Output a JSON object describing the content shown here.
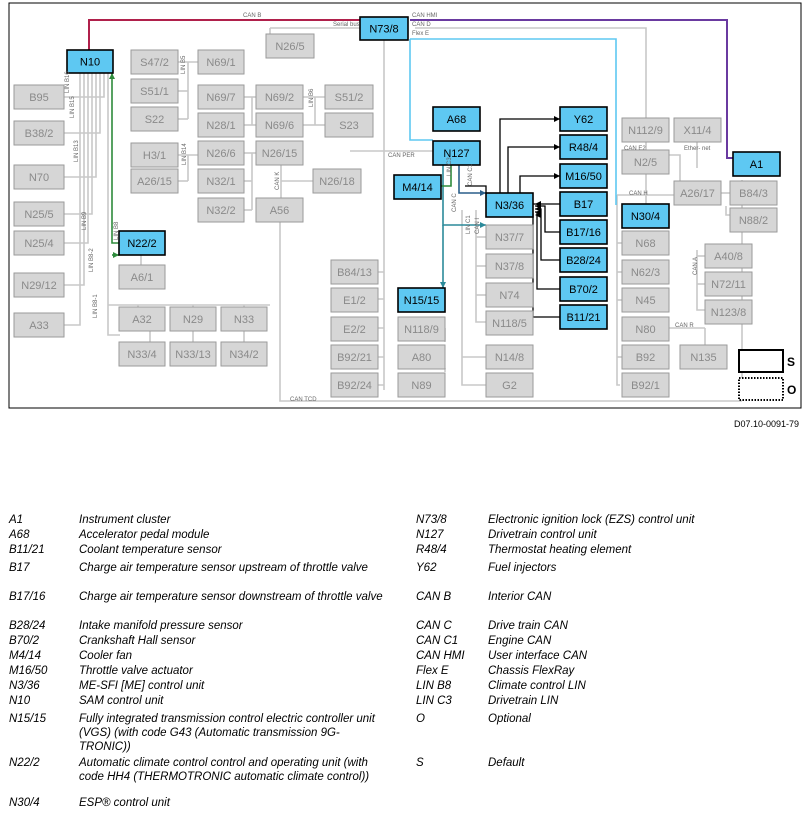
{
  "diagram": {
    "ref_code": "D07.10-0091-79",
    "active_color": "#5ec8f2",
    "inactive_fill": "#bdbdbd",
    "boxes": [
      {
        "id": "N10",
        "label": "N10",
        "active": true
      },
      {
        "id": "N73_8",
        "label": "N73/8",
        "active": true
      },
      {
        "id": "B95",
        "label": "B95",
        "active": false
      },
      {
        "id": "B38_2",
        "label": "B38/2",
        "active": false
      },
      {
        "id": "N70",
        "label": "N70",
        "active": false
      },
      {
        "id": "N25_5",
        "label": "N25/5",
        "active": false
      },
      {
        "id": "N25_4",
        "label": "N25/4",
        "active": false
      },
      {
        "id": "N29_12",
        "label": "N29/12",
        "active": false
      },
      {
        "id": "A33",
        "label": "A33",
        "active": false
      },
      {
        "id": "N22_2",
        "label": "N22/2",
        "active": true
      },
      {
        "id": "A6_1",
        "label": "A6/1",
        "active": false
      },
      {
        "id": "S47_2",
        "label": "S47/2",
        "active": false
      },
      {
        "id": "S51_1",
        "label": "S51/1",
        "active": false
      },
      {
        "id": "S22",
        "label": "S22",
        "active": false
      },
      {
        "id": "H3_1",
        "label": "H3/1",
        "active": false
      },
      {
        "id": "A26_15",
        "label": "A26/15",
        "active": false
      },
      {
        "id": "N69_1",
        "label": "N69/1",
        "active": false
      },
      {
        "id": "N69_7",
        "label": "N69/7",
        "active": false
      },
      {
        "id": "N28_1",
        "label": "N28/1",
        "active": false
      },
      {
        "id": "N26_6",
        "label": "N26/6",
        "active": false
      },
      {
        "id": "N32_1",
        "label": "N32/1",
        "active": false
      },
      {
        "id": "N32_2",
        "label": "N32/2",
        "active": false
      },
      {
        "id": "N26_5",
        "label": "N26/5",
        "active": false
      },
      {
        "id": "N69_2",
        "label": "N69/2",
        "active": false
      },
      {
        "id": "N69_6",
        "label": "N69/6",
        "active": false
      },
      {
        "id": "N26_15",
        "label": "N26/15",
        "active": false
      },
      {
        "id": "S51_2",
        "label": "S51/2",
        "active": false
      },
      {
        "id": "S23",
        "label": "S23",
        "active": false
      },
      {
        "id": "N26_18",
        "label": "N26/18",
        "active": false
      },
      {
        "id": "A56",
        "label": "A56",
        "active": false
      },
      {
        "id": "A32",
        "label": "A32",
        "active": false
      },
      {
        "id": "N29",
        "label": "N29",
        "active": false
      },
      {
        "id": "N33",
        "label": "N33",
        "active": false
      },
      {
        "id": "N33_4",
        "label": "N33/4",
        "active": false
      },
      {
        "id": "N33_13",
        "label": "N33/13",
        "active": false
      },
      {
        "id": "N34_2",
        "label": "N34/2",
        "active": false
      },
      {
        "id": "B84_13",
        "label": "B84/13",
        "active": false
      },
      {
        "id": "E1_2",
        "label": "E1/2",
        "active": false
      },
      {
        "id": "E2_2",
        "label": "E2/2",
        "active": false
      },
      {
        "id": "B92_21",
        "label": "B92/21",
        "active": false
      },
      {
        "id": "B92_24",
        "label": "B92/24",
        "active": false
      },
      {
        "id": "N15_15",
        "label": "N15/15",
        "active": true
      },
      {
        "id": "N118_9",
        "label": "N118/9",
        "active": false
      },
      {
        "id": "A80",
        "label": "A80",
        "active": false
      },
      {
        "id": "N89",
        "label": "N89",
        "active": false
      },
      {
        "id": "A68",
        "label": "A68",
        "active": true
      },
      {
        "id": "N127",
        "label": "N127",
        "active": true
      },
      {
        "id": "M4_14",
        "label": "M4/14",
        "active": true
      },
      {
        "id": "N3_36",
        "label": "N3/36",
        "active": true
      },
      {
        "id": "N37_7",
        "label": "N37/7",
        "active": false
      },
      {
        "id": "N37_8",
        "label": "N37/8",
        "active": false
      },
      {
        "id": "N74",
        "label": "N74",
        "active": false
      },
      {
        "id": "N118_5",
        "label": "N118/5",
        "active": false
      },
      {
        "id": "N14_8",
        "label": "N14/8",
        "active": false
      },
      {
        "id": "G2",
        "label": "G2",
        "active": false
      },
      {
        "id": "Y62",
        "label": "Y62",
        "active": true
      },
      {
        "id": "R48_4",
        "label": "R48/4",
        "active": true
      },
      {
        "id": "M16_50",
        "label": "M16/50",
        "active": true
      },
      {
        "id": "B17",
        "label": "B17",
        "active": true
      },
      {
        "id": "B17_16",
        "label": "B17/16",
        "active": true
      },
      {
        "id": "B28_24",
        "label": "B28/24",
        "active": true
      },
      {
        "id": "B70_2",
        "label": "B70/2",
        "active": true
      },
      {
        "id": "B11_21",
        "label": "B11/21",
        "active": true
      },
      {
        "id": "N112_9",
        "label": "N112/9",
        "active": false
      },
      {
        "id": "X11_4",
        "label": "X11/4",
        "active": false
      },
      {
        "id": "N2_5",
        "label": "N2/5",
        "active": false
      },
      {
        "id": "A1",
        "label": "A1",
        "active": true
      },
      {
        "id": "A26_17",
        "label": "A26/17",
        "active": false
      },
      {
        "id": "B84_3",
        "label": "B84/3",
        "active": false
      },
      {
        "id": "N88_2",
        "label": "N88/2",
        "active": false
      },
      {
        "id": "N30_4",
        "label": "N30/4",
        "active": true
      },
      {
        "id": "N68",
        "label": "N68",
        "active": false
      },
      {
        "id": "N62_3",
        "label": "N62/3",
        "active": false
      },
      {
        "id": "N45",
        "label": "N45",
        "active": false
      },
      {
        "id": "N80",
        "label": "N80",
        "active": false
      },
      {
        "id": "B92",
        "label": "B92",
        "active": false
      },
      {
        "id": "B92_1",
        "label": "B92/1",
        "active": false
      },
      {
        "id": "N135",
        "label": "N135",
        "active": false
      },
      {
        "id": "A40_8",
        "label": "A40/8",
        "active": false
      },
      {
        "id": "N72_11",
        "label": "N72/11",
        "active": false
      },
      {
        "id": "N123_8",
        "label": "N123/8",
        "active": false
      }
    ],
    "bus_labels": [
      {
        "id": "can_b",
        "text": "CAN B"
      },
      {
        "id": "serial_bus",
        "text": "Serial bus"
      },
      {
        "id": "can_hmi",
        "text": "CAN HMI"
      },
      {
        "id": "can_d",
        "text": "CAN D"
      },
      {
        "id": "flex_e",
        "text": "Flex E"
      },
      {
        "id": "lin_b16",
        "text": "LIN B16"
      },
      {
        "id": "lin_b15",
        "text": "LIN B15"
      },
      {
        "id": "lin_b13",
        "text": "LIN B13"
      },
      {
        "id": "lin_b9",
        "text": "LIN B9"
      },
      {
        "id": "lin_b8_2",
        "text": "LIN B8-2"
      },
      {
        "id": "lin_b8",
        "text": "LIN B8"
      },
      {
        "id": "lin_b8_1",
        "text": "LIN B8-1"
      },
      {
        "id": "lin_b5",
        "text": "LIN B5"
      },
      {
        "id": "lin_b14",
        "text": "LIN B14"
      },
      {
        "id": "lin_b6",
        "text": "LIN B6"
      },
      {
        "id": "can_k",
        "text": "CAN K"
      },
      {
        "id": "can_per",
        "text": "CAN PER"
      },
      {
        "id": "lin_c3",
        "text": "LIN C3"
      },
      {
        "id": "can_c1",
        "text": "CAN C1"
      },
      {
        "id": "can_c",
        "text": "CAN C"
      },
      {
        "id": "can_i",
        "text": "CAN I"
      },
      {
        "id": "lin_c1",
        "text": "LIN C1"
      },
      {
        "id": "can_e2",
        "text": "CAN E2"
      },
      {
        "id": "ethernet",
        "text": "Ether-\nnet"
      },
      {
        "id": "can_h",
        "text": "CAN H"
      },
      {
        "id": "can_a",
        "text": "CAN A"
      },
      {
        "id": "can_r",
        "text": "CAN R"
      },
      {
        "id": "can_tcd",
        "text": "CAN TCD"
      }
    ],
    "key": {
      "s": "S",
      "o": "O"
    }
  },
  "legend": {
    "left": [
      {
        "code": "A1",
        "desc": "Instrument cluster"
      },
      {
        "code": "A68",
        "desc": "Accelerator pedal module"
      },
      {
        "code": "B11/21",
        "desc": "Coolant temperature sensor"
      },
      {
        "code": "B17",
        "desc": "Charge air temperature sensor upstream of throttle valve"
      },
      {
        "code": "B17/16",
        "desc": "Charge air temperature sensor downstream of throttle valve"
      },
      {
        "code": "B28/24",
        "desc": "Intake manifold pressure sensor"
      },
      {
        "code": "B70/2",
        "desc": "Crankshaft Hall sensor"
      },
      {
        "code": "M4/14",
        "desc": "Cooler fan"
      },
      {
        "code": "M16/50",
        "desc": "Throttle valve actuator"
      },
      {
        "code": "N3/36",
        "desc": "ME-SFI [ME] control unit"
      },
      {
        "code": "N10",
        "desc": "SAM control unit"
      },
      {
        "code": "N15/15",
        "desc": "Fully integrated transmission control electric controller unit (VGS) (with code G43 (Automatic transmission 9G-TRONIC))"
      },
      {
        "code": "N22/2",
        "desc": "Automatic climate control control and operating unit (with code HH4 (THERMOTRONIC automatic climate control))"
      },
      {
        "code": "N30/4",
        "desc": "ESP® control unit"
      }
    ],
    "right": [
      {
        "code": "N73/8",
        "desc": "Electronic ignition lock (EZS) control unit"
      },
      {
        "code": "N127",
        "desc": "Drivetrain control unit"
      },
      {
        "code": "R48/4",
        "desc": "Thermostat heating element"
      },
      {
        "code": "Y62",
        "desc": "Fuel injectors"
      },
      {
        "code": "CAN B",
        "desc": "Interior CAN"
      },
      {
        "code": "CAN C",
        "desc": "Drive train CAN"
      },
      {
        "code": "CAN C1",
        "desc": "Engine CAN"
      },
      {
        "code": "CAN HMI",
        "desc": "User interface CAN"
      },
      {
        "code": "Flex E",
        "desc": "Chassis FlexRay"
      },
      {
        "code": "LIN B8",
        "desc": "Climate control LIN"
      },
      {
        "code": "LIN C3",
        "desc": "Drivetrain LIN"
      },
      {
        "code": "O",
        "desc": "Optional"
      },
      {
        "code": "S",
        "desc": "Default"
      }
    ]
  }
}
